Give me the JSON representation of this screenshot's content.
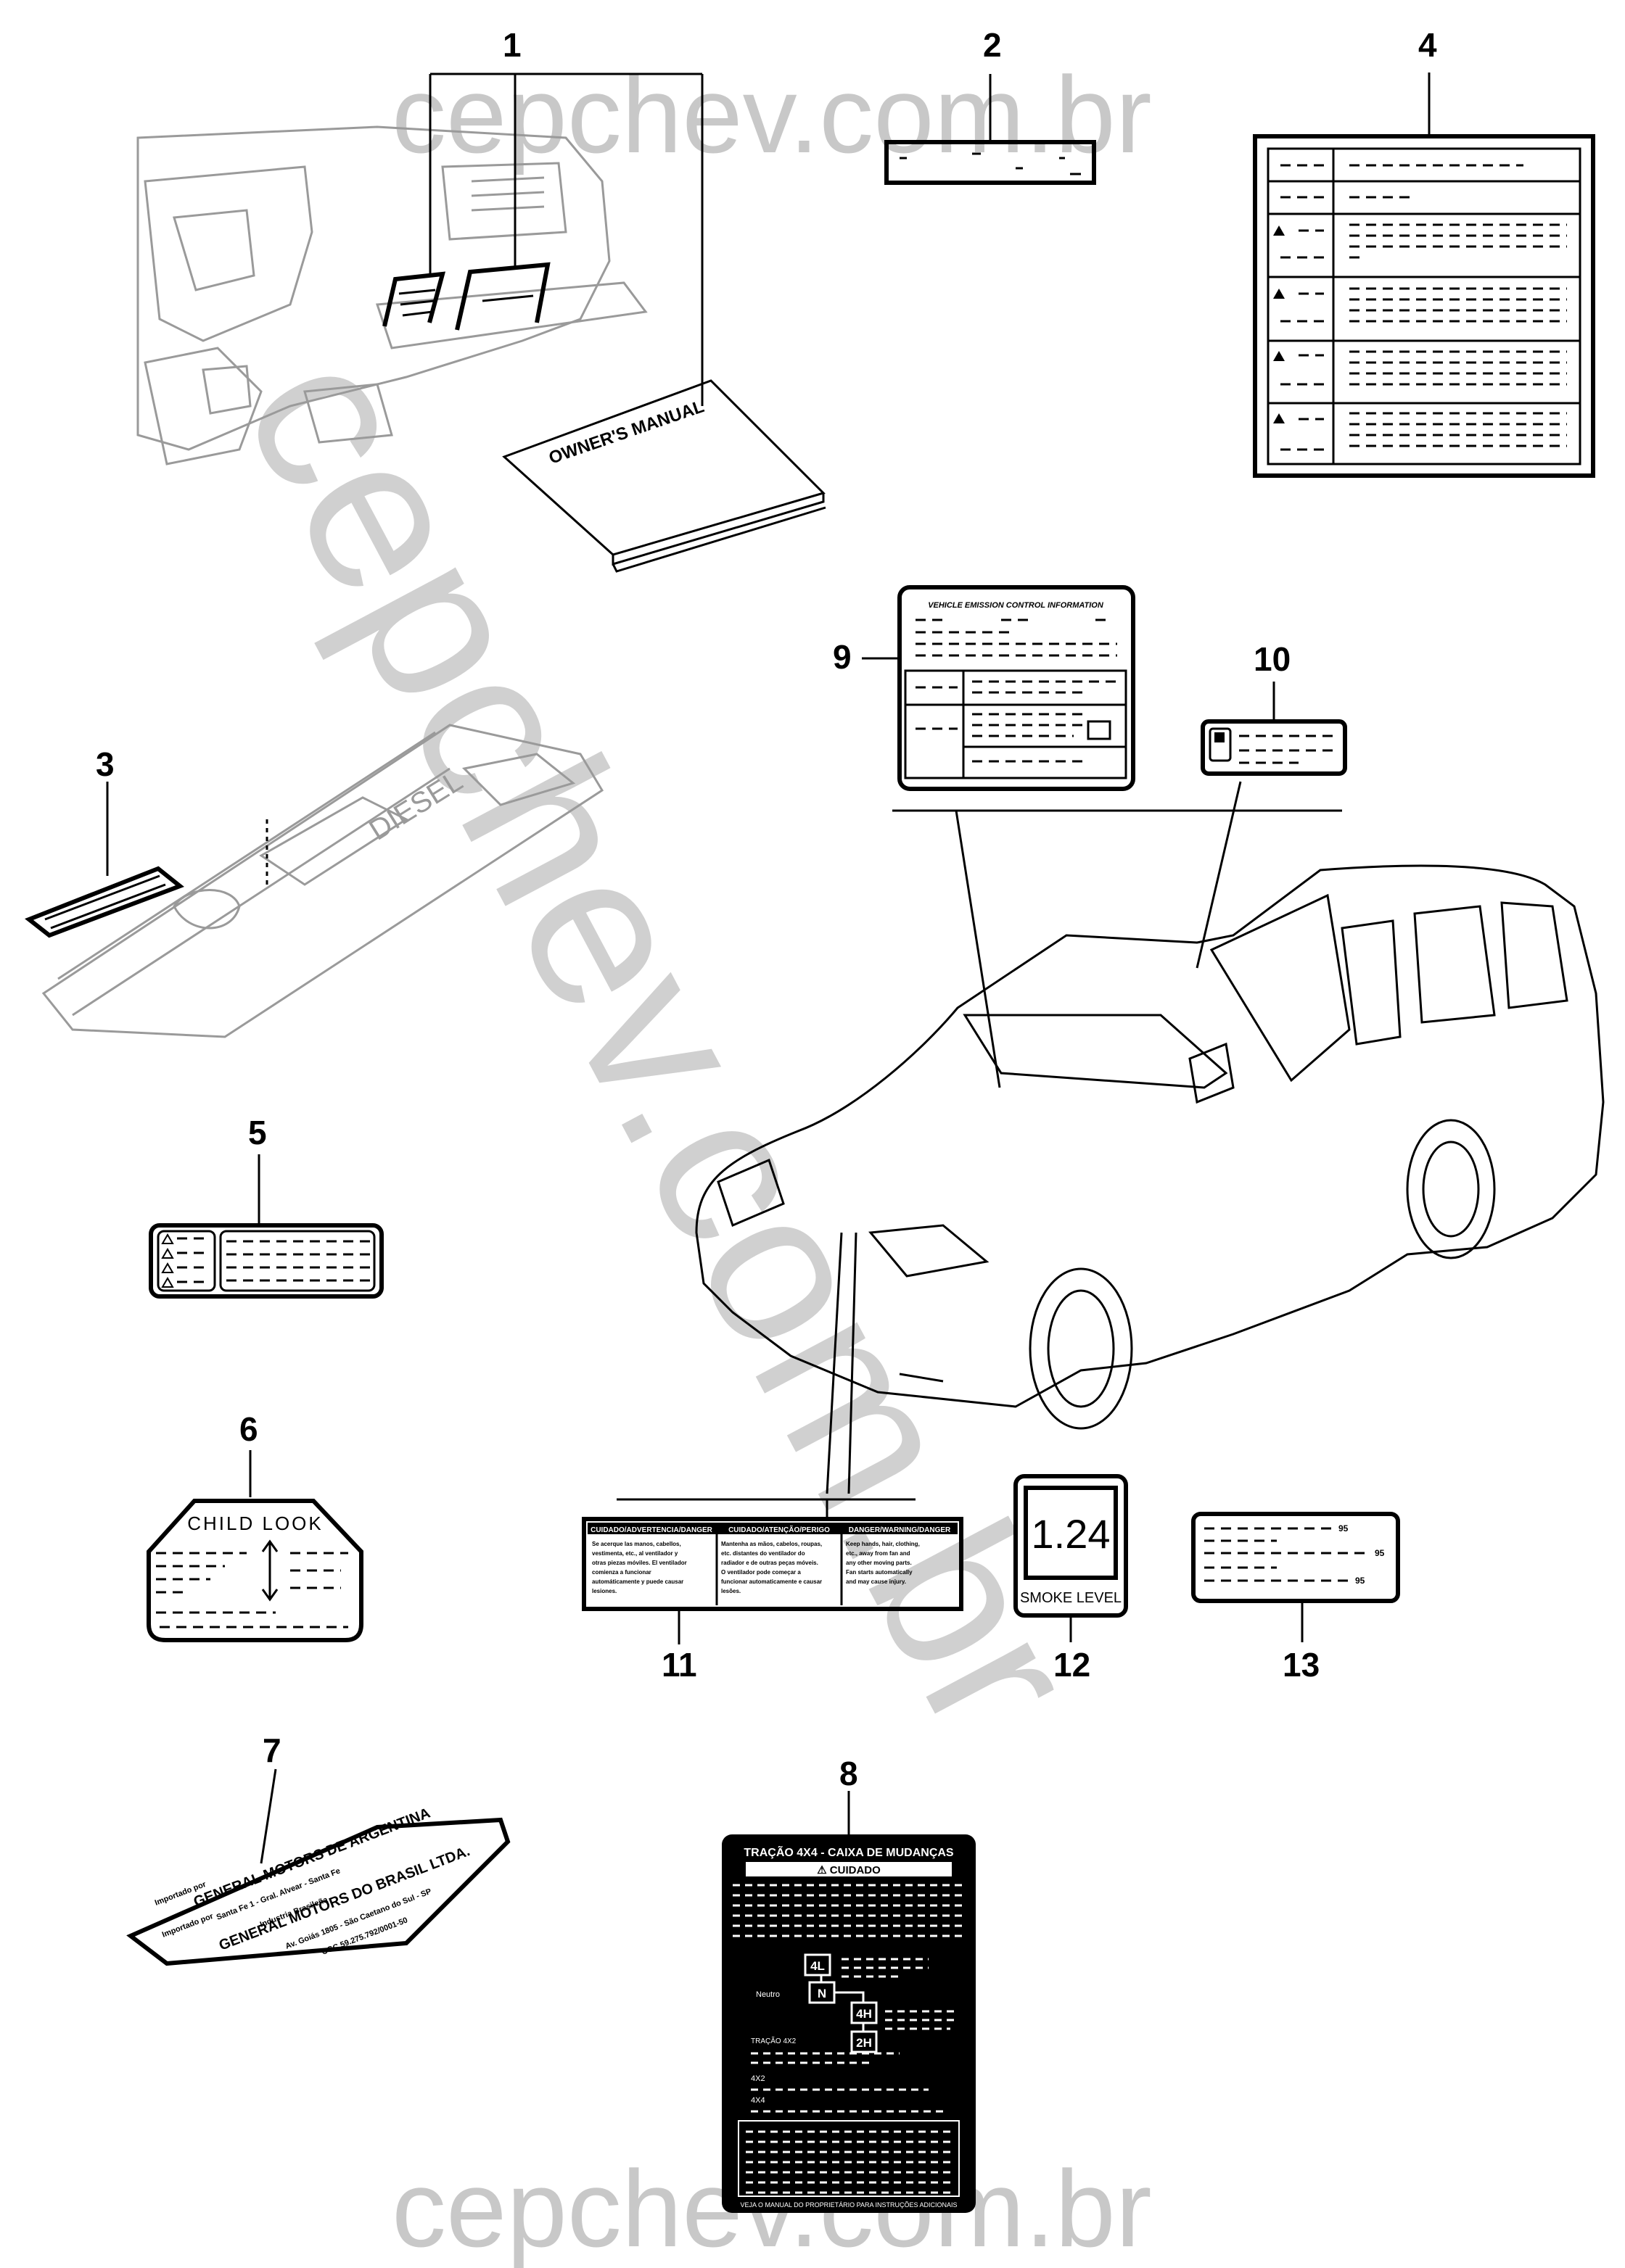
{
  "watermark": {
    "top": "cepchev.com.br",
    "bottom": "cepchev.com.br",
    "diagonal": "cepchev.com.br"
  },
  "callouts": {
    "c1": "1",
    "c2": "2",
    "c3": "3",
    "c4": "4",
    "c5": "5",
    "c6": "6",
    "c7": "7",
    "c8": "8",
    "c9": "9",
    "c10": "10",
    "c11": "11",
    "c12": "12",
    "c13": "13"
  },
  "manual": {
    "title": "OWNER'S MANUAL"
  },
  "engine_cover": {
    "text": "DIESEL"
  },
  "label6": {
    "title": "CHILD LOOK"
  },
  "label9": {
    "title": "VEHICLE EMISSION CONTROL INFORMATION"
  },
  "label11": {
    "headers": [
      "CUIDADO/ADVERTENCIA/DANGER",
      "CUIDADO/ATENÇÃO/PERIGO",
      "DANGER/WARNING/DANGER"
    ],
    "col1": [
      "Se acerque las manos, cabellos,",
      "vestimenta, etc., al ventilador y",
      "otras piezas móviles. El ventilador",
      "comienza a funcionar",
      "automáticamente y puede causar",
      "lesiones."
    ],
    "col2": [
      "Mantenha as mãos, cabelos, roupas,",
      "etc. distantes do ventilador do",
      "radiador e de outras peças móveis.",
      "O ventilador pode começar a",
      "funcionar automaticamente e causar",
      "lesões."
    ],
    "col3": [
      "Keep hands, hair, clothing,",
      "etc., away from fan and",
      "any other moving parts.",
      "Fan starts automatically",
      "and may cause injury."
    ]
  },
  "label12": {
    "value": "1.24",
    "caption": "SMOKE LEVEL"
  },
  "label13": {
    "codes": [
      "95",
      "95",
      "95"
    ]
  },
  "label7": {
    "lines": [
      "Importado por",
      "GENERAL MOTORS DE ARGENTINA",
      "Santa Fe 1 - Gral. Alvear - Santa Fe",
      "Industria Brasileña",
      "Importado por",
      "GENERAL MOTORS DO BRASIL LTDA.",
      "Av. Goiás 1805 - São Caetano do Sul - SP",
      "CGC 59.275.792/0001-50"
    ]
  },
  "label8": {
    "title": "TRAÇÃO 4X4 - CAIXA DE MUDANÇAS",
    "warning": "⚠ CUIDADO",
    "gears": [
      "4L",
      "N",
      "4H",
      "2H"
    ],
    "neutral": "Neutro",
    "notes": [
      "TRAÇÃO 4X2",
      "4X2",
      "4X4"
    ],
    "footer": "VEJA O MANUAL DO PROPRIETÁRIO PARA INSTRUÇÕES ADICIONAIS"
  }
}
